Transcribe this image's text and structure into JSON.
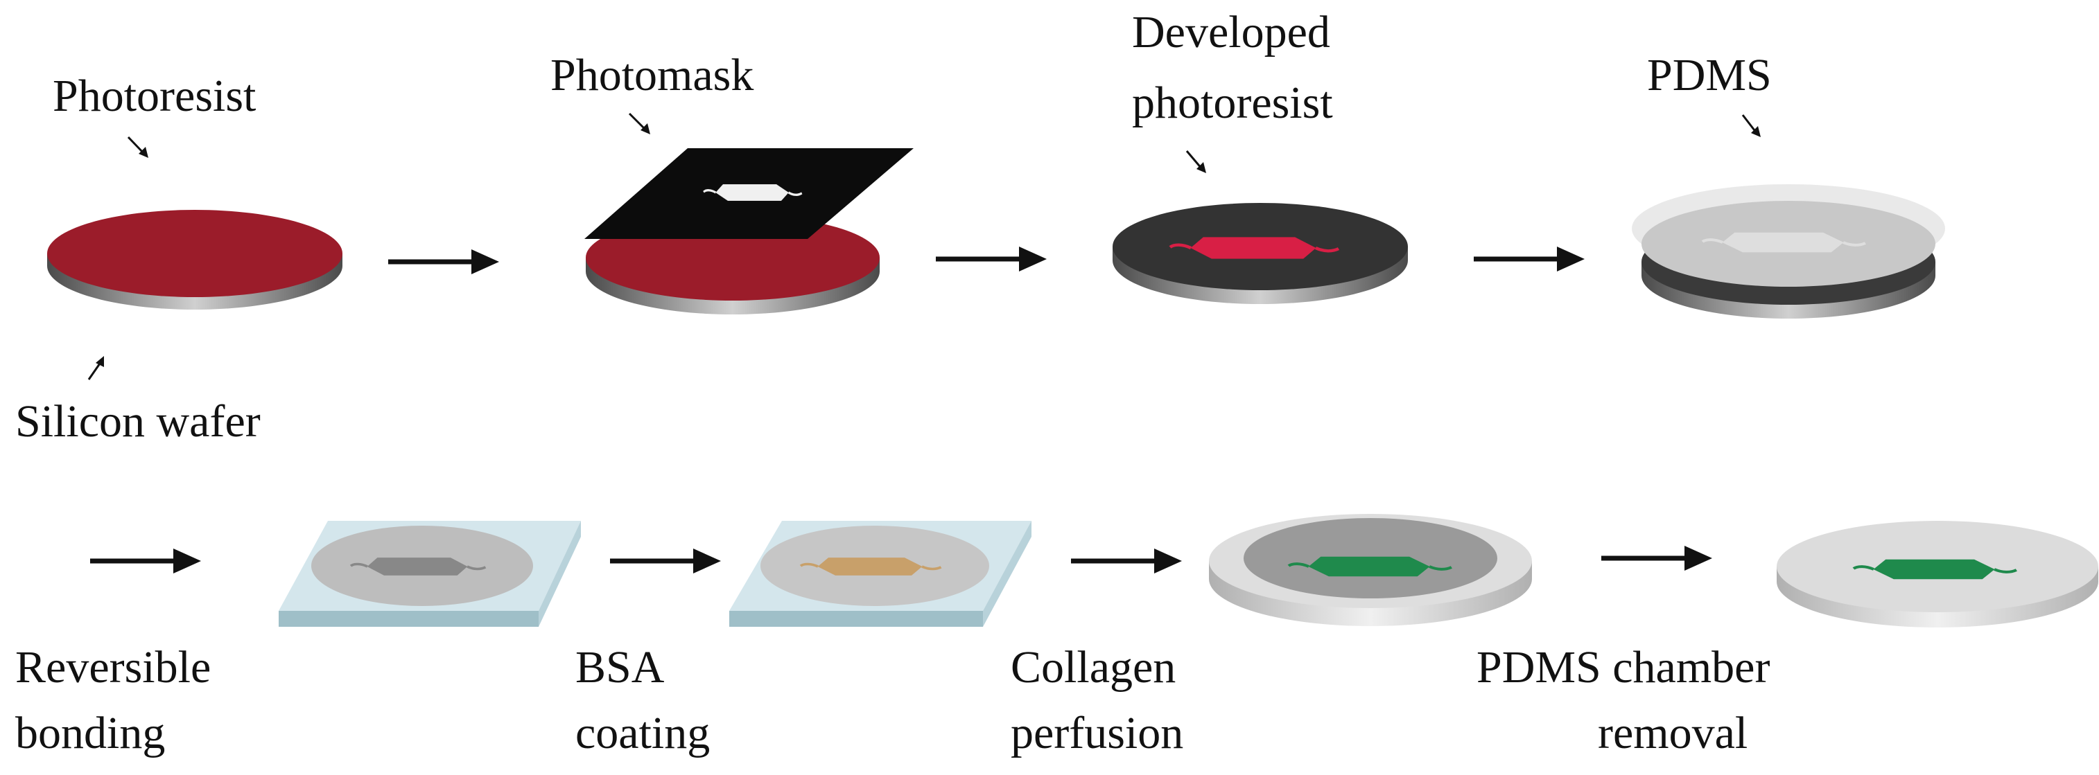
{
  "labels": {
    "photoresist": "Photoresist",
    "silicon_wafer": "Silicon wafer",
    "photomask": "Photomask",
    "developed_line1": "Developed",
    "developed_line2": "photoresist",
    "pdms": "PDMS",
    "reversible_line1": "Reversible",
    "reversible_line2": "bonding",
    "bsa_line1": "BSA",
    "bsa_line2": "coating",
    "collagen_line1": "Collagen",
    "collagen_line2": "perfusion",
    "removal_line1": "PDMS chamber",
    "removal_line2": "removal"
  },
  "colors": {
    "photoresist": "#9b1c2a",
    "photomask": "#0c0c0c",
    "developed_channel": "#d81f45",
    "pdms": "#c8c8c8",
    "glass": "#d4e6ec",
    "bsa_channel": "#c8a06a",
    "collagen_channel": "#1f8a4c",
    "wafer_edge": "#8a8a8a"
  }
}
